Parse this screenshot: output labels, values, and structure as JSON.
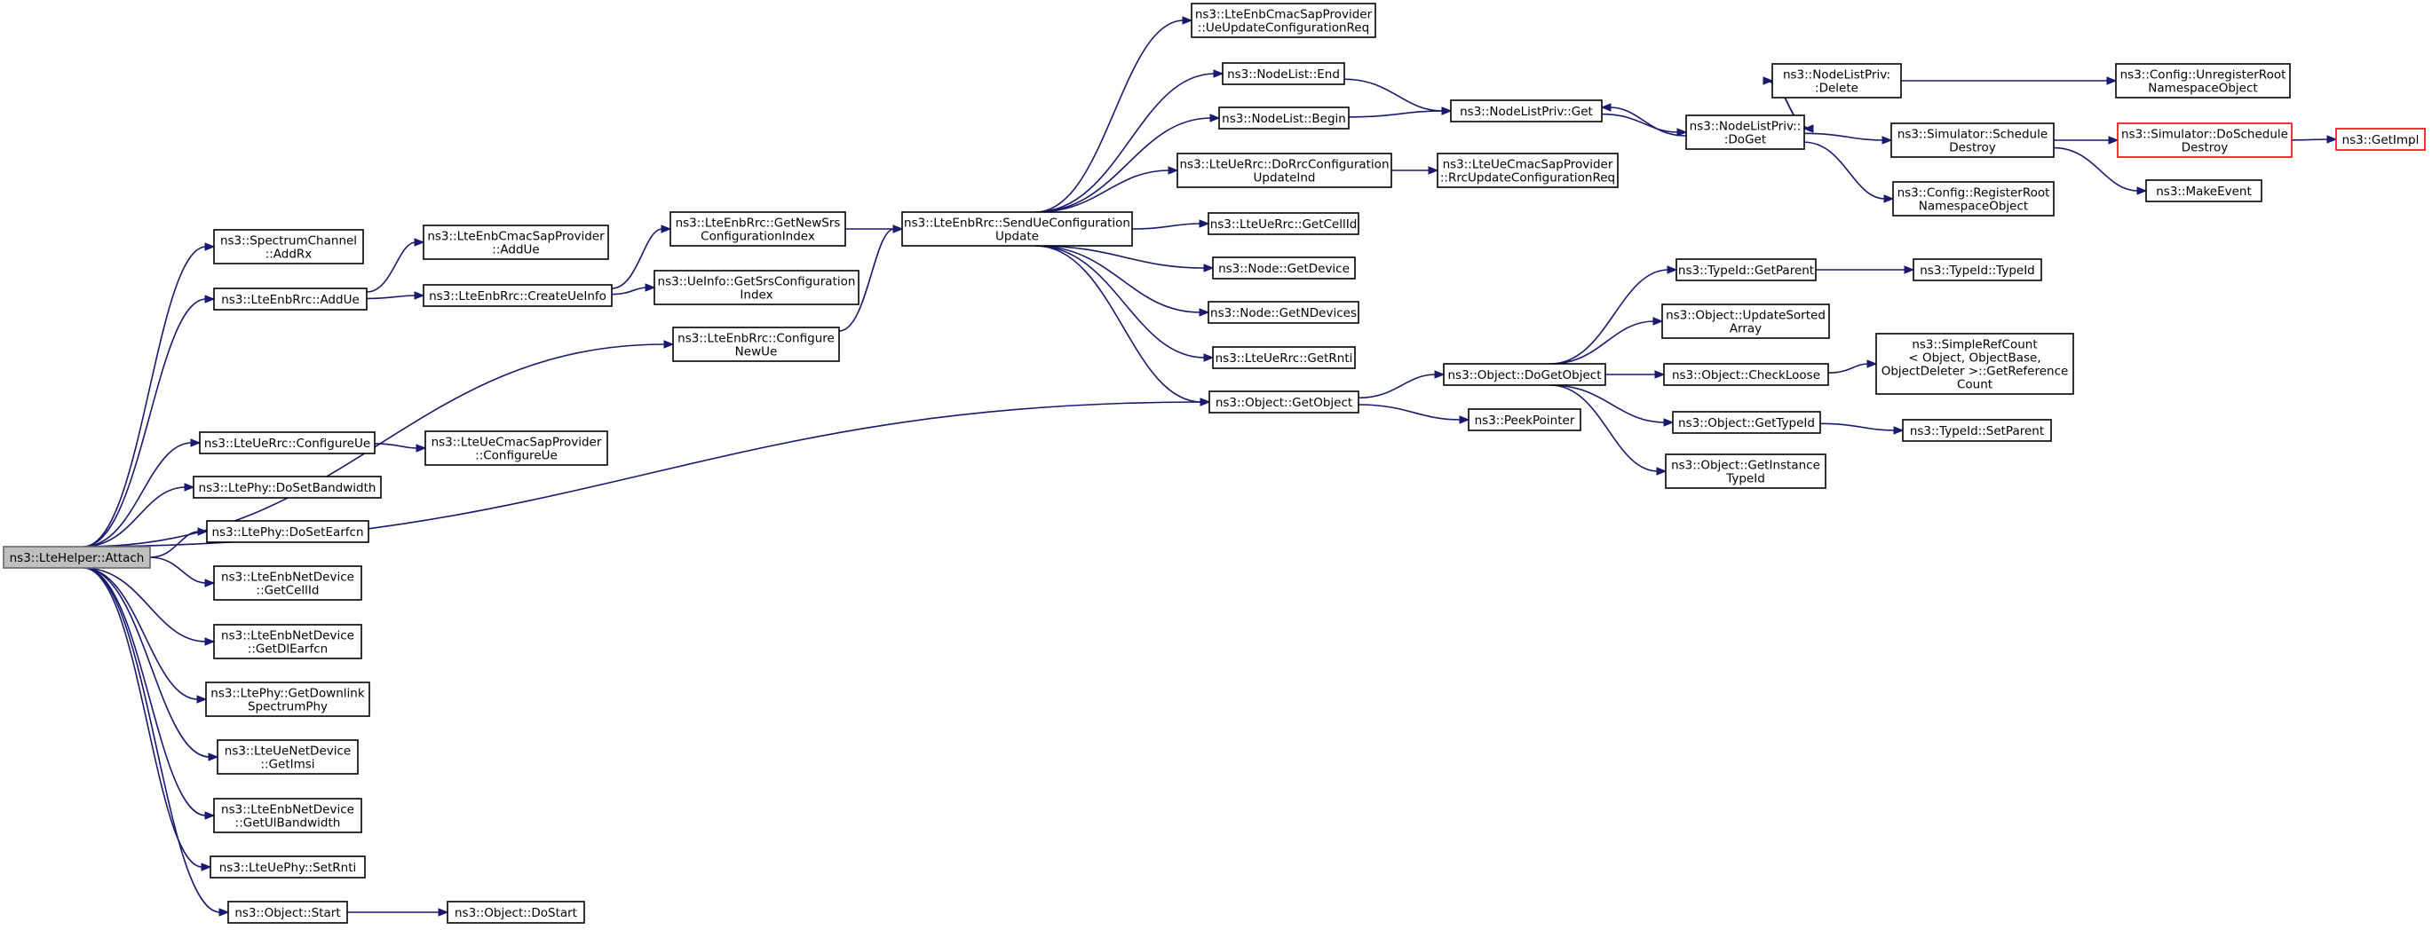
{
  "colors": {
    "edge": "#191970",
    "node_border": "#000000",
    "root_fill": "#bfbfbf",
    "root_border": "#666666",
    "truncated_border": "#ff0000",
    "background": "#ffffff"
  },
  "nodes": [
    {
      "id": "attach",
      "lines": [
        "ns3::LteHelper::Attach"
      ],
      "root": true
    },
    {
      "id": "spectrum_addrx",
      "lines": [
        "ns3::SpectrumChannel",
        "::AddRx"
      ]
    },
    {
      "id": "enbrrc_addue",
      "lines": [
        "ns3::LteEnbRrc::AddUe"
      ]
    },
    {
      "id": "cmac_addue",
      "lines": [
        "ns3::LteEnbCmacSapProvider",
        "::AddUe"
      ]
    },
    {
      "id": "create_ueinfo",
      "lines": [
        "ns3::LteEnbRrc::CreateUeInfo"
      ]
    },
    {
      "id": "getnewsrs",
      "lines": [
        "ns3::LteEnbRrc::GetNewSrs",
        "ConfigurationIndex"
      ]
    },
    {
      "id": "ueinfo_getsrs",
      "lines": [
        "ns3::UeInfo::GetSrsConfiguration",
        "Index"
      ]
    },
    {
      "id": "configure_newue",
      "lines": [
        "ns3::LteEnbRrc::Configure",
        "NewUe"
      ]
    },
    {
      "id": "send_ueconfig",
      "lines": [
        "ns3::LteEnbRrc::SendUeConfiguration",
        "Update"
      ]
    },
    {
      "id": "ueupdate_req",
      "lines": [
        "ns3::LteEnbCmacSapProvider",
        "::UeUpdateConfigurationReq"
      ]
    },
    {
      "id": "nodelist_end",
      "lines": [
        "ns3::NodeList::End"
      ]
    },
    {
      "id": "nodelist_begin",
      "lines": [
        "ns3::NodeList::Begin"
      ]
    },
    {
      "id": "dorrc_update",
      "lines": [
        "ns3::LteUeRrc::DoRrcConfiguration",
        "UpdateInd"
      ]
    },
    {
      "id": "rrcupdate_req",
      "lines": [
        "ns3::LteUeCmacSapProvider",
        "::RrcUpdateConfigurationReq"
      ]
    },
    {
      "id": "uerrc_getcellid",
      "lines": [
        "ns3::LteUeRrc::GetCellId"
      ]
    },
    {
      "id": "node_getdevice",
      "lines": [
        "ns3::Node::GetDevice"
      ]
    },
    {
      "id": "node_getndevices",
      "lines": [
        "ns3::Node::GetNDevices"
      ]
    },
    {
      "id": "uerrc_getrnti",
      "lines": [
        "ns3::LteUeRrc::GetRnti"
      ]
    },
    {
      "id": "object_getobject",
      "lines": [
        "ns3::Object::GetObject"
      ]
    },
    {
      "id": "nlpriv_get",
      "lines": [
        "ns3::NodeListPriv::Get"
      ]
    },
    {
      "id": "nlpriv_doget",
      "lines": [
        "ns3::NodeListPriv::",
        ":DoGet"
      ]
    },
    {
      "id": "nlpriv_delete",
      "lines": [
        "ns3::NodeListPriv:",
        ":Delete"
      ]
    },
    {
      "id": "unregister_root",
      "lines": [
        "ns3::Config::UnregisterRoot",
        "NamespaceObject"
      ]
    },
    {
      "id": "sim_schedule_destroy",
      "lines": [
        "ns3::Simulator::Schedule",
        "Destroy"
      ]
    },
    {
      "id": "sim_doschedule_destroy",
      "lines": [
        "ns3::Simulator::DoSchedule",
        "Destroy"
      ],
      "truncated": true
    },
    {
      "id": "getimpl",
      "lines": [
        "ns3::GetImpl"
      ],
      "truncated": true
    },
    {
      "id": "register_root",
      "lines": [
        "ns3::Config::RegisterRoot",
        "NamespaceObject"
      ]
    },
    {
      "id": "makeevent",
      "lines": [
        "ns3::MakeEvent"
      ]
    },
    {
      "id": "object_dogetobject",
      "lines": [
        "ns3::Object::DoGetObject"
      ]
    },
    {
      "id": "peekpointer",
      "lines": [
        "ns3::PeekPointer"
      ]
    },
    {
      "id": "typeid_getparent",
      "lines": [
        "ns3::TypeId::GetParent"
      ]
    },
    {
      "id": "typeid_typeid",
      "lines": [
        "ns3::TypeId::TypeId"
      ]
    },
    {
      "id": "update_sorted",
      "lines": [
        "ns3::Object::UpdateSorted",
        "Array"
      ]
    },
    {
      "id": "checkloose",
      "lines": [
        "ns3::Object::CheckLoose"
      ]
    },
    {
      "id": "simplerefcount",
      "lines": [
        "ns3::SimpleRefCount",
        "< Object, ObjectBase,",
        "ObjectDeleter >::GetReference",
        "Count"
      ]
    },
    {
      "id": "object_gettypeid",
      "lines": [
        "ns3::Object::GetTypeId"
      ]
    },
    {
      "id": "typeid_setparent",
      "lines": [
        "ns3::TypeId::SetParent"
      ]
    },
    {
      "id": "getinstance_typeid",
      "lines": [
        "ns3::Object::GetInstance",
        "TypeId"
      ]
    },
    {
      "id": "uerrc_configureue",
      "lines": [
        "ns3::LteUeRrc::ConfigureUe"
      ]
    },
    {
      "id": "uecmac_configureue",
      "lines": [
        "ns3::LteUeCmacSapProvider",
        "::ConfigureUe"
      ]
    },
    {
      "id": "phy_dosetbandwidth",
      "lines": [
        "ns3::LtePhy::DoSetBandwidth"
      ]
    },
    {
      "id": "phy_doseteafcn",
      "lines": [
        "ns3::LtePhy::DoSetEarfcn"
      ]
    },
    {
      "id": "enbdev_getcellid",
      "lines": [
        "ns3::LteEnbNetDevice",
        "::GetCellId"
      ]
    },
    {
      "id": "enbdev_getdlearfcn",
      "lines": [
        "ns3::LteEnbNetDevice",
        "::GetDlEarfcn"
      ]
    },
    {
      "id": "phy_getdownlink",
      "lines": [
        "ns3::LtePhy::GetDownlink",
        "SpectrumPhy"
      ]
    },
    {
      "id": "uedev_getimsi",
      "lines": [
        "ns3::LteUeNetDevice",
        "::GetImsi"
      ]
    },
    {
      "id": "enbdev_getulbw",
      "lines": [
        "ns3::LteEnbNetDevice",
        "::GetUlBandwidth"
      ]
    },
    {
      "id": "uephy_setrnti",
      "lines": [
        "ns3::LteUePhy::SetRnti"
      ]
    },
    {
      "id": "object_start",
      "lines": [
        "ns3::Object::Start"
      ]
    },
    {
      "id": "object_dostart",
      "lines": [
        "ns3::Object::DoStart"
      ]
    }
  ],
  "edges": [
    [
      "attach",
      "spectrum_addrx"
    ],
    [
      "attach",
      "enbrrc_addue"
    ],
    [
      "attach",
      "configure_newue"
    ],
    [
      "attach",
      "object_getobject"
    ],
    [
      "attach",
      "uerrc_configureue"
    ],
    [
      "attach",
      "phy_dosetbandwidth"
    ],
    [
      "attach",
      "phy_doseteafcn"
    ],
    [
      "attach",
      "enbdev_getcellid"
    ],
    [
      "attach",
      "enbdev_getdlearfcn"
    ],
    [
      "attach",
      "phy_getdownlink"
    ],
    [
      "attach",
      "uedev_getimsi"
    ],
    [
      "attach",
      "enbdev_getulbw"
    ],
    [
      "attach",
      "uephy_setrnti"
    ],
    [
      "attach",
      "object_start"
    ],
    [
      "enbrrc_addue",
      "cmac_addue"
    ],
    [
      "enbrrc_addue",
      "create_ueinfo"
    ],
    [
      "create_ueinfo",
      "getnewsrs"
    ],
    [
      "create_ueinfo",
      "ueinfo_getsrs"
    ],
    [
      "getnewsrs",
      "send_ueconfig"
    ],
    [
      "configure_newue",
      "send_ueconfig"
    ],
    [
      "send_ueconfig",
      "ueupdate_req"
    ],
    [
      "send_ueconfig",
      "nodelist_end"
    ],
    [
      "send_ueconfig",
      "nodelist_begin"
    ],
    [
      "send_ueconfig",
      "dorrc_update"
    ],
    [
      "send_ueconfig",
      "uerrc_getcellid"
    ],
    [
      "send_ueconfig",
      "node_getdevice"
    ],
    [
      "send_ueconfig",
      "node_getndevices"
    ],
    [
      "send_ueconfig",
      "uerrc_getrnti"
    ],
    [
      "send_ueconfig",
      "object_getobject"
    ],
    [
      "nodelist_end",
      "nlpriv_get"
    ],
    [
      "nodelist_begin",
      "nlpriv_get"
    ],
    [
      "dorrc_update",
      "rrcupdate_req"
    ],
    [
      "nlpriv_get",
      "nlpriv_doget"
    ],
    [
      "nlpriv_doget",
      "nlpriv_get"
    ],
    [
      "nlpriv_doget",
      "nlpriv_delete"
    ],
    [
      "nlpriv_delete",
      "nlpriv_doget"
    ],
    [
      "nlpriv_doget",
      "sim_schedule_destroy"
    ],
    [
      "nlpriv_doget",
      "register_root"
    ],
    [
      "nlpriv_delete",
      "unregister_root"
    ],
    [
      "sim_schedule_destroy",
      "sim_doschedule_destroy"
    ],
    [
      "sim_schedule_destroy",
      "makeevent"
    ],
    [
      "sim_doschedule_destroy",
      "getimpl"
    ],
    [
      "object_getobject",
      "object_dogetobject"
    ],
    [
      "object_getobject",
      "peekpointer"
    ],
    [
      "object_dogetobject",
      "typeid_getparent"
    ],
    [
      "object_dogetobject",
      "update_sorted"
    ],
    [
      "object_dogetobject",
      "checkloose"
    ],
    [
      "object_dogetobject",
      "object_gettypeid"
    ],
    [
      "object_dogetobject",
      "getinstance_typeid"
    ],
    [
      "typeid_getparent",
      "typeid_typeid"
    ],
    [
      "checkloose",
      "simplerefcount"
    ],
    [
      "object_gettypeid",
      "typeid_setparent"
    ],
    [
      "uerrc_configureue",
      "uecmac_configureue"
    ],
    [
      "object_start",
      "object_dostart"
    ]
  ]
}
